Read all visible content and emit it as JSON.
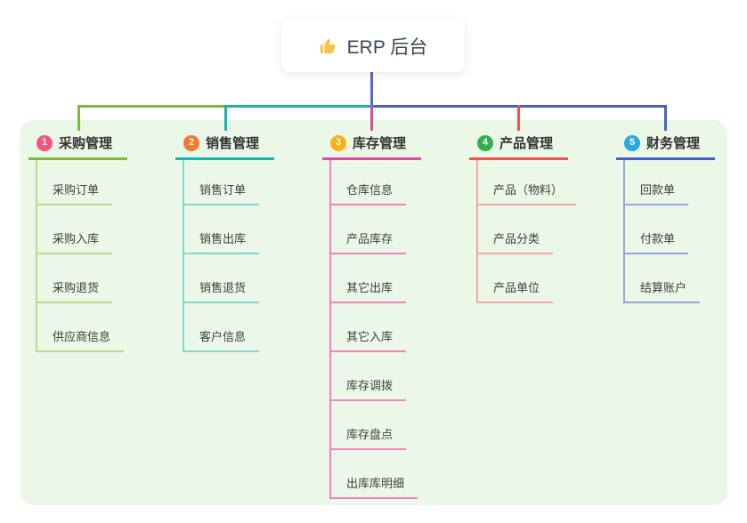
{
  "root": {
    "label": "ERP 后台",
    "icon": "thumbs-up-icon",
    "icon_color": "#f6c244"
  },
  "colors": {
    "canvas_bg": "#ffffff",
    "panel_bg": "#ebf7e7",
    "root_line": "#4f68d2",
    "card_bg": "#ffffff",
    "heading_text": "#323232",
    "item_text": "#3e3e3e"
  },
  "branches": [
    {
      "number": "1",
      "title": "采购管理",
      "color": "#7eb844",
      "light": "#b9db90",
      "badge": "#f4537b",
      "items": [
        "采购订单",
        "采购入库",
        "采购退货",
        "供应商信息"
      ]
    },
    {
      "number": "2",
      "title": "销售管理",
      "color": "#16b3aa",
      "light": "#85d8d2",
      "badge": "#f6792b",
      "items": [
        "销售订单",
        "销售出库",
        "销售退货",
        "客户信息"
      ]
    },
    {
      "number": "3",
      "title": "库存管理",
      "color": "#da4a9e",
      "light": "#ef85bd",
      "badge": "#fcae19",
      "items": [
        "仓库信息",
        "产品库存",
        "其它出库",
        "其它入库",
        "库存调拨",
        "库存盘点",
        "出库库明细"
      ]
    },
    {
      "number": "4",
      "title": "产品管理",
      "color": "#ef5350",
      "light": "#f8a7a4",
      "badge": "#2db34d",
      "items": [
        "产品（物料）",
        "产品分类",
        "产品单位"
      ]
    },
    {
      "number": "5",
      "title": "财务管理",
      "color": "#4263cd",
      "light": "#93a7e0",
      "badge": "#2ea6e0",
      "items": [
        "回款单",
        "付款单",
        "结算账户"
      ]
    }
  ]
}
